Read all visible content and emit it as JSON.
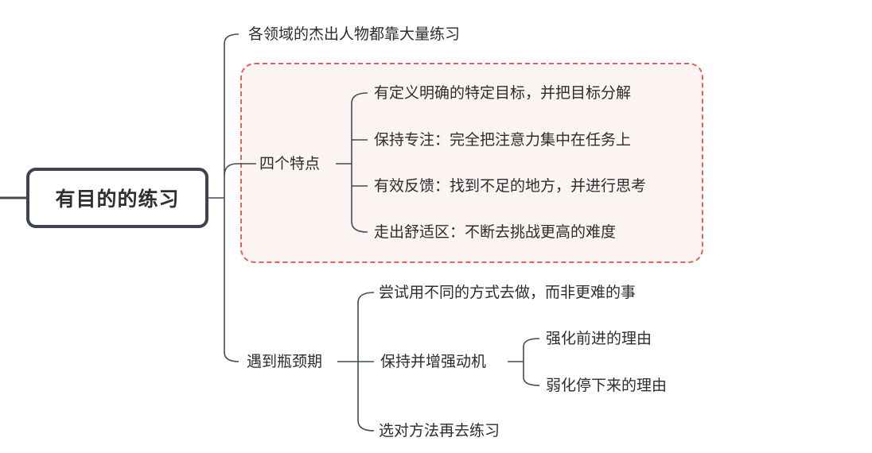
{
  "root": {
    "label": "有目的的练习"
  },
  "branches": {
    "top": "各领域的杰出人物都靠大量练习",
    "features": {
      "label": "四个特点",
      "items": [
        "有定义明确的特定目标，并把目标分解",
        "保持专注：完全把注意力集中在任务上",
        "有效反馈：找到不足的地方，并进行思考",
        "走出舒适区：不断去挑战更高的难度"
      ]
    },
    "plateau": {
      "label": "遇到瓶颈期",
      "items": [
        {
          "label": "尝试用不同的方式去做，而非更难的事"
        },
        {
          "label": "保持并增强动机",
          "children": [
            "强化前进的理由",
            "弱化停下来的理由"
          ]
        },
        {
          "label": "选对方法再去练习"
        }
      ]
    }
  },
  "colors": {
    "line": "#444b55",
    "root_border": "#3d4450",
    "highlight_border": "#e0635a",
    "highlight_fill": "#fcf3f3"
  }
}
